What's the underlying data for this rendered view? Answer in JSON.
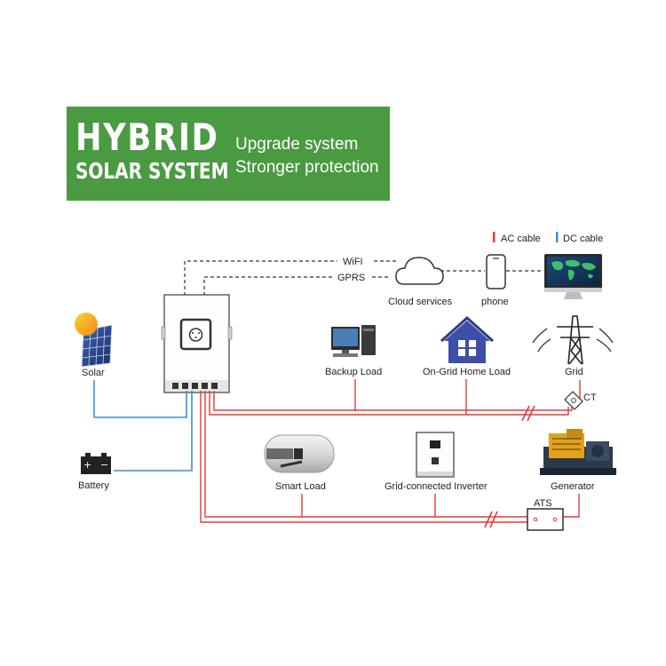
{
  "banner": {
    "title_line1": "HYBRID",
    "title_line2": "SOLAR SYSTEM",
    "tagline_line1": "Upgrade system",
    "tagline_line2": "Stronger protection"
  },
  "legend": {
    "ac": {
      "label": "AC cable",
      "color": "#e53a3a"
    },
    "dc": {
      "label": "DC cable",
      "color": "#3a8fd6"
    }
  },
  "links": {
    "wifi": "WiFI",
    "gprs": "GPRS"
  },
  "nodes": {
    "cloud": "Cloud services",
    "phone": "phone",
    "solar": "Solar",
    "backup_load": "Backup Load",
    "home_load": "On-Grid Home Load",
    "grid": "Grid",
    "ct": "CT",
    "battery": "Battery",
    "smart_load": "Smart Load",
    "grid_inverter": "Grid-connected Inverter",
    "generator": "Generator",
    "ats": "ATS"
  },
  "battery_symbols": {
    "plus": "+",
    "minus": "−"
  },
  "colors": {
    "banner_green": "#4a9a42",
    "ac_red": "#e53a3a",
    "dc_blue": "#3a8fd6"
  }
}
